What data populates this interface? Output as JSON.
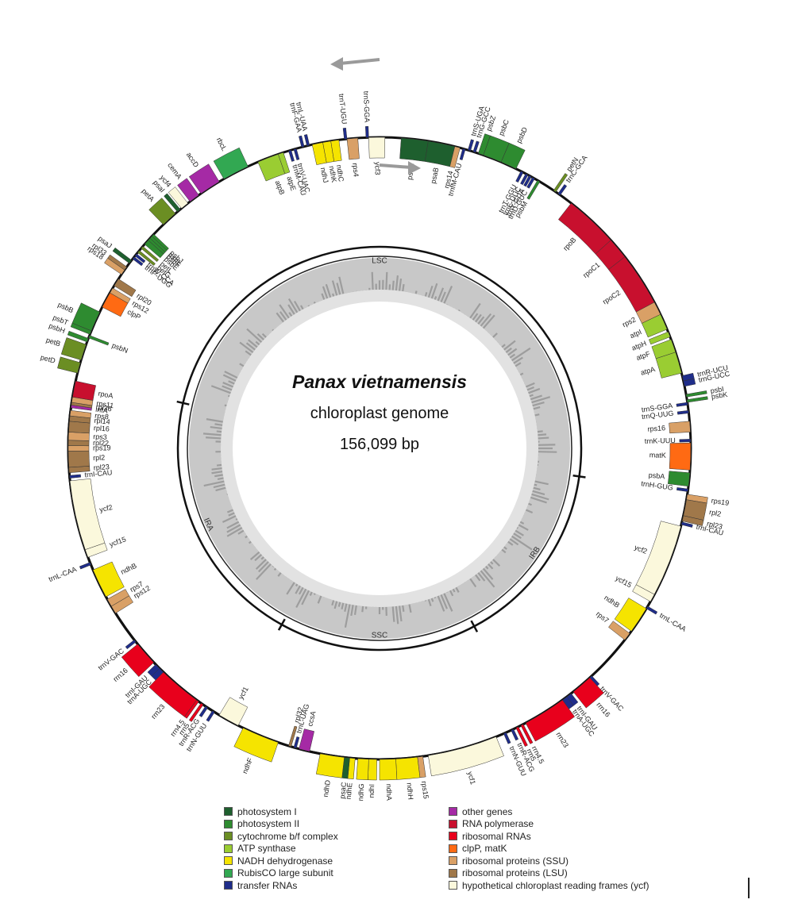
{
  "center": {
    "title": "Panax vietnamensis",
    "subtitle": "chloroplast genome",
    "length": "156,099 bp"
  },
  "regions": [
    "LSC",
    "IRB",
    "SSC",
    "IRA"
  ],
  "colors": {
    "ps1": "#1e5f2e",
    "ps2": "#2e8b30",
    "cytb": "#6b8e23",
    "atp": "#9acd32",
    "ndh": "#f5e400",
    "rbcl": "#32a852",
    "trna": "#1f2d8a",
    "other": "#a52aa5",
    "rnapol": "#c8102e",
    "rrna": "#e8001c",
    "clp": "#ff6a13",
    "ssu": "#d9a066",
    "lsu": "#a0784a",
    "ycf": "#fbf8dc"
  },
  "legend": {
    "left": [
      {
        "label": "photosystem I",
        "color": "ps1"
      },
      {
        "label": "photosystem II",
        "color": "ps2"
      },
      {
        "label": "cytochrome b/f complex",
        "color": "cytb"
      },
      {
        "label": "ATP synthase",
        "color": "atp"
      },
      {
        "label": "NADH dehydrogenase",
        "color": "ndh"
      },
      {
        "label": "RubisCO large subunit",
        "color": "rbcl"
      },
      {
        "label": "transfer RNAs",
        "color": "trna"
      }
    ],
    "right": [
      {
        "label": "other genes",
        "color": "other"
      },
      {
        "label": "RNA polymerase",
        "color": "rnapol"
      },
      {
        "label": "ribosomal RNAs",
        "color": "rrna"
      },
      {
        "label": "clpP, matK",
        "color": "clp"
      },
      {
        "label": "ribosomal proteins (SSU)",
        "color": "ssu"
      },
      {
        "label": "ribosomal proteins (LSU)",
        "color": "lsu"
      },
      {
        "label": "hypothetical chloroplast reading frames (ycf)",
        "color": "ycf"
      }
    ]
  },
  "genes": [
    {
      "name": "psaA",
      "start": 4,
      "end": 9,
      "side": "in",
      "color": "ps1"
    },
    {
      "name": "psaB",
      "start": 9,
      "end": 14,
      "side": "in",
      "color": "ps1"
    },
    {
      "name": "rps14",
      "start": 14,
      "end": 15,
      "side": "in",
      "color": "ssu"
    },
    {
      "name": "trnfM-CAU",
      "start": 15.5,
      "end": 16,
      "side": "in",
      "color": "trna"
    },
    {
      "name": "trnS-UGA",
      "start": 16.5,
      "end": 17,
      "side": "out",
      "color": "trna"
    },
    {
      "name": "trnG-GCC",
      "start": 17.5,
      "end": 18,
      "side": "out",
      "color": "trna"
    },
    {
      "name": "psbZ",
      "start": 18.5,
      "end": 19.5,
      "side": "out",
      "color": "ps2"
    },
    {
      "name": "psbC",
      "start": 19.5,
      "end": 23,
      "side": "out",
      "color": "ps2"
    },
    {
      "name": "psbD",
      "start": 23,
      "end": 26,
      "side": "out",
      "color": "ps2"
    },
    {
      "name": "trnT-GGU",
      "start": 27,
      "end": 27.5,
      "side": "in",
      "color": "trna"
    },
    {
      "name": "trnE-UUC",
      "start": 28,
      "end": 28.5,
      "side": "in",
      "color": "trna"
    },
    {
      "name": "trnY-GUA",
      "start": 28.7,
      "end": 29.2,
      "side": "in",
      "color": "trna"
    },
    {
      "name": "trnD-GUC",
      "start": 29.4,
      "end": 29.9,
      "side": "in",
      "color": "trna"
    },
    {
      "name": "psbM",
      "start": 30.5,
      "end": 31,
      "side": "in",
      "color": "ps2"
    },
    {
      "name": "petN",
      "start": 34,
      "end": 34.5,
      "side": "out",
      "color": "cytb"
    },
    {
      "name": "trnC-GCA",
      "start": 35,
      "end": 35.5,
      "side": "out",
      "color": "trna"
    },
    {
      "name": "rpoB",
      "start": 38,
      "end": 48,
      "side": "in",
      "color": "rnapol"
    },
    {
      "name": "rpoC1",
      "start": 48,
      "end": 52,
      "side": "in",
      "color": "rnapol"
    },
    {
      "name": "rpoC2",
      "start": 52,
      "end": 62,
      "side": "in",
      "color": "rnapol"
    },
    {
      "name": "rps2",
      "start": 62,
      "end": 64.5,
      "side": "in",
      "color": "ssu"
    },
    {
      "name": "atpI",
      "start": 64.5,
      "end": 67.5,
      "side": "in",
      "color": "atp"
    },
    {
      "name": "atpH",
      "start": 68,
      "end": 69,
      "side": "in",
      "color": "atp"
    },
    {
      "name": "atpF",
      "start": 69.5,
      "end": 72,
      "side": "in",
      "color": "atp"
    },
    {
      "name": "atpA",
      "start": 72,
      "end": 76,
      "side": "in",
      "color": "atp"
    },
    {
      "name": "trnR-UCU",
      "start": 76.5,
      "end": 77.5,
      "side": "out",
      "color": "trna"
    },
    {
      "name": "trnG-UCC",
      "start": 77.5,
      "end": 78.5,
      "side": "out",
      "color": "trna"
    },
    {
      "name": "psbI",
      "start": 80,
      "end": 80.5,
      "side": "out",
      "color": "ps2"
    },
    {
      "name": "psbK",
      "start": 81,
      "end": 81.5,
      "side": "out",
      "color": "ps2"
    },
    {
      "name": "trnS-GGA",
      "start": 81.5,
      "end": 82,
      "side": "in",
      "color": "trna"
    },
    {
      "name": "trnQ-UUG",
      "start": 83,
      "end": 83.5,
      "side": "in",
      "color": "trna"
    },
    {
      "name": "rps16",
      "start": 85,
      "end": 87,
      "side": "in",
      "color": "ssu"
    },
    {
      "name": "matK",
      "start": 89,
      "end": 94,
      "side": "in",
      "color": "clp"
    },
    {
      "name": "trnK-UUU",
      "start": 88.3,
      "end": 88.8,
      "side": "in",
      "color": "trna"
    },
    {
      "name": "psbA",
      "start": 94.5,
      "end": 97,
      "side": "in",
      "color": "ps2"
    },
    {
      "name": "trnH-GUG",
      "start": 97.5,
      "end": 98,
      "side": "in",
      "color": "trna"
    },
    {
      "name": "rps19",
      "start": 98.5,
      "end": 99.5,
      "side": "out",
      "color": "ssu"
    },
    {
      "name": "rpl2",
      "start": 99.5,
      "end": 102.5,
      "side": "out",
      "color": "lsu"
    },
    {
      "name": "rpl23",
      "start": 102.5,
      "end": 103.5,
      "side": "out",
      "color": "lsu"
    },
    {
      "name": "trnI-CAU",
      "start": 103.7,
      "end": 104.2,
      "side": "out",
      "color": "trna"
    },
    {
      "name": "ycf2",
      "start": 104.5,
      "end": 118,
      "side": "in",
      "color": "ycf"
    },
    {
      "name": "ycf15",
      "start": 118,
      "end": 119.5,
      "side": "in",
      "color": "ycf"
    },
    {
      "name": "trnL-CAA",
      "start": 120.5,
      "end": 121,
      "side": "out",
      "color": "trna"
    },
    {
      "name": "ndhB",
      "start": 121,
      "end": 126,
      "side": "in",
      "color": "ndh"
    },
    {
      "name": "rps7",
      "start": 126.5,
      "end": 128,
      "side": "in",
      "color": "ssu"
    },
    {
      "name": "trnV-GAC",
      "start": 137,
      "end": 137.5,
      "side": "out",
      "color": "trna"
    },
    {
      "name": "rrn16",
      "start": 137.5,
      "end": 141.5,
      "side": "out",
      "color": "rrna"
    },
    {
      "name": "trnI-GAU",
      "start": 142,
      "end": 143,
      "side": "out",
      "color": "trna"
    },
    {
      "name": "trnA-UGC",
      "start": 143,
      "end": 144,
      "side": "out",
      "color": "trna"
    },
    {
      "name": "rrn23",
      "start": 144,
      "end": 152,
      "side": "out",
      "color": "rrna"
    },
    {
      "name": "rrn4.5",
      "start": 152.5,
      "end": 153,
      "side": "out",
      "color": "rrna"
    },
    {
      "name": "rrn5",
      "start": 153.5,
      "end": 154,
      "side": "out",
      "color": "rrna"
    },
    {
      "name": "trnR-ACG",
      "start": 154.5,
      "end": 155,
      "side": "out",
      "color": "trna"
    },
    {
      "name": "trnN-GUU",
      "start": 156,
      "end": 156.5,
      "side": "out",
      "color": "trna"
    },
    {
      "name": "ycf1",
      "start": 158,
      "end": 171,
      "side": "out",
      "color": "ycf"
    },
    {
      "name": "rps15",
      "start": 172,
      "end": 173,
      "side": "out",
      "color": "ssu"
    },
    {
      "name": "ndhH",
      "start": 173,
      "end": 177,
      "side": "out",
      "color": "ndh"
    },
    {
      "name": "ndhA",
      "start": 177,
      "end": 180,
      "side": "out",
      "color": "ndh"
    },
    {
      "name": "ndhI",
      "start": 180.5,
      "end": 182,
      "side": "out",
      "color": "ndh"
    },
    {
      "name": "ndhG",
      "start": 182,
      "end": 184,
      "side": "out",
      "color": "ndh"
    },
    {
      "name": "ndhE",
      "start": 184.5,
      "end": 185.5,
      "side": "out",
      "color": "ndh"
    },
    {
      "name": "psaC",
      "start": 185.5,
      "end": 186.5,
      "side": "out",
      "color": "ps1"
    },
    {
      "name": "ndhD",
      "start": 186.5,
      "end": 191,
      "side": "out",
      "color": "ndh"
    },
    {
      "name": "ccsA",
      "start": 193,
      "end": 195,
      "side": "in",
      "color": "other"
    },
    {
      "name": "trnL-UAG",
      "start": 195.5,
      "end": 196,
      "side": "in",
      "color": "trna"
    },
    {
      "name": "rpl32",
      "start": 196.5,
      "end": 197,
      "side": "in",
      "color": "lsu"
    },
    {
      "name": "ndhF",
      "start": 199,
      "end": 206,
      "side": "out",
      "color": "ndh"
    },
    {
      "name": "ycf1",
      "start": 207,
      "end": 211,
      "side": "in",
      "color": "ycf"
    },
    {
      "name": "trnN-GUU",
      "start": 212,
      "end": 212.5,
      "side": "out",
      "color": "trna"
    },
    {
      "name": "trnR-ACG",
      "start": 213.5,
      "end": 214,
      "side": "out",
      "color": "trna"
    },
    {
      "name": "rrn5",
      "start": 214.5,
      "end": 215,
      "side": "out",
      "color": "rrna"
    },
    {
      "name": "rrn4.5",
      "start": 215.5,
      "end": 216,
      "side": "out",
      "color": "rrna"
    },
    {
      "name": "rrn23",
      "start": 216,
      "end": 224,
      "side": "out",
      "color": "rrna"
    },
    {
      "name": "trnA-UGC",
      "start": 224,
      "end": 225,
      "side": "out",
      "color": "trna"
    },
    {
      "name": "trnI-GAU",
      "start": 225,
      "end": 226,
      "side": "out",
      "color": "trna"
    },
    {
      "name": "rrn16",
      "start": 226.5,
      "end": 231,
      "side": "out",
      "color": "rrna"
    },
    {
      "name": "trnV-GAC",
      "start": 231.5,
      "end": 232,
      "side": "out",
      "color": "trna"
    },
    {
      "name": "rps12",
      "start": 238,
      "end": 239.5,
      "side": "in",
      "color": "ssu"
    },
    {
      "name": "rps7",
      "start": 239.5,
      "end": 241,
      "side": "in",
      "color": "ssu"
    },
    {
      "name": "ndhB",
      "start": 241.5,
      "end": 247,
      "side": "in",
      "color": "ndh"
    },
    {
      "name": "trnL-CAA",
      "start": 248,
      "end": 248.5,
      "side": "out",
      "color": "trna"
    },
    {
      "name": "ycf15",
      "start": 249.5,
      "end": 251,
      "side": "in",
      "color": "ycf"
    },
    {
      "name": "ycf2",
      "start": 251,
      "end": 264,
      "side": "in",
      "color": "ycf"
    },
    {
      "name": "trnI-CAU",
      "start": 264.5,
      "end": 265,
      "side": "in",
      "color": "trna"
    },
    {
      "name": "rpl23",
      "start": 265.5,
      "end": 266.5,
      "side": "in",
      "color": "lsu"
    },
    {
      "name": "rpl2",
      "start": 266.5,
      "end": 269.5,
      "side": "in",
      "color": "lsu"
    },
    {
      "name": "rps19",
      "start": 269.5,
      "end": 270.5,
      "side": "in",
      "color": "ssu"
    },
    {
      "name": "rpl22",
      "start": 270.5,
      "end": 271.5,
      "side": "in",
      "color": "lsu"
    },
    {
      "name": "rps3",
      "start": 271.5,
      "end": 273,
      "side": "in",
      "color": "ssu"
    },
    {
      "name": "rpl16",
      "start": 273,
      "end": 275,
      "side": "in",
      "color": "lsu"
    },
    {
      "name": "rpl14",
      "start": 275,
      "end": 276,
      "side": "in",
      "color": "lsu"
    },
    {
      "name": "rps8",
      "start": 276,
      "end": 277,
      "side": "in",
      "color": "ssu"
    },
    {
      "name": "infA",
      "start": 277.5,
      "end": 278,
      "side": "in",
      "color": "other"
    },
    {
      "name": "rpl36",
      "start": 278,
      "end": 278.5,
      "side": "in",
      "color": "lsu"
    },
    {
      "name": "rps11",
      "start": 278.5,
      "end": 279.5,
      "side": "in",
      "color": "ssu"
    },
    {
      "name": "rpoA",
      "start": 279.5,
      "end": 282.5,
      "side": "in",
      "color": "rnapol"
    },
    {
      "name": "petD",
      "start": 284,
      "end": 286,
      "side": "out",
      "color": "cytb"
    },
    {
      "name": "petB",
      "start": 286.5,
      "end": 289.5,
      "side": "out",
      "color": "cytb"
    },
    {
      "name": "psbH",
      "start": 290,
      "end": 290.7,
      "side": "out",
      "color": "ps2"
    },
    {
      "name": "psbN",
      "start": 290.8,
      "end": 291.3,
      "side": "in",
      "color": "ps2"
    },
    {
      "name": "psbT",
      "start": 291.5,
      "end": 292.2,
      "side": "out",
      "color": "ps2"
    },
    {
      "name": "psbB",
      "start": 292.2,
      "end": 296,
      "side": "out",
      "color": "ps2"
    },
    {
      "name": "clpP",
      "start": 297,
      "end": 300,
      "side": "in",
      "color": "clp"
    },
    {
      "name": "rps12",
      "start": 300,
      "end": 301,
      "side": "in",
      "color": "ssu"
    },
    {
      "name": "rpl20",
      "start": 301.5,
      "end": 303,
      "side": "in",
      "color": "lsu"
    },
    {
      "name": "rps18",
      "start": 304,
      "end": 305,
      "side": "out",
      "color": "ssu"
    },
    {
      "name": "rpl33",
      "start": 305,
      "end": 305.7,
      "side": "out",
      "color": "lsu"
    },
    {
      "name": "psaJ",
      "start": 306.5,
      "end": 307.2,
      "side": "out",
      "color": "ps1"
    },
    {
      "name": "trnP-UGG",
      "start": 307.5,
      "end": 308,
      "side": "in",
      "color": "trna"
    },
    {
      "name": "trnW-CCA",
      "start": 308.2,
      "end": 308.7,
      "side": "in",
      "color": "trna"
    },
    {
      "name": "petG",
      "start": 309,
      "end": 309.5,
      "side": "in",
      "color": "cytb"
    },
    {
      "name": "petL",
      "start": 310,
      "end": 310.5,
      "side": "in",
      "color": "cytb"
    },
    {
      "name": "psbE",
      "start": 311,
      "end": 312,
      "side": "in",
      "color": "ps2"
    },
    {
      "name": "psbF",
      "start": 312,
      "end": 312.5,
      "side": "in",
      "color": "ps2"
    },
    {
      "name": "psbL",
      "start": 312.5,
      "end": 313,
      "side": "in",
      "color": "ps2"
    },
    {
      "name": "psbJ",
      "start": 313,
      "end": 313.5,
      "side": "in",
      "color": "ps2"
    },
    {
      "name": "petA",
      "start": 316,
      "end": 319,
      "side": "out",
      "color": "cytb"
    },
    {
      "name": "psaI",
      "start": 319.5,
      "end": 320.2,
      "side": "out",
      "color": "ps1"
    },
    {
      "name": "ycf4",
      "start": 320.5,
      "end": 322,
      "side": "out",
      "color": "ycf"
    },
    {
      "name": "cemA",
      "start": 322.5,
      "end": 324.5,
      "side": "out",
      "color": "other"
    },
    {
      "name": "accD",
      "start": 325,
      "end": 329,
      "side": "out",
      "color": "other"
    },
    {
      "name": "rbcL",
      "start": 330,
      "end": 335,
      "side": "out",
      "color": "rbcl"
    },
    {
      "name": "atpB",
      "start": 337,
      "end": 341,
      "side": "in",
      "color": "atp"
    },
    {
      "name": "atpE",
      "start": 341,
      "end": 342,
      "side": "in",
      "color": "atp"
    },
    {
      "name": "trnM-CAU",
      "start": 343,
      "end": 343.5,
      "side": "in",
      "color": "trna"
    },
    {
      "name": "trnV-UAC",
      "start": 344,
      "end": 344.5,
      "side": "in",
      "color": "trna"
    },
    {
      "name": "trnF-GAA",
      "start": 345.5,
      "end": 346,
      "side": "out",
      "color": "trna"
    },
    {
      "name": "trnL-UAA",
      "start": 346.5,
      "end": 347,
      "side": "out",
      "color": "trna"
    },
    {
      "name": "ndhJ",
      "start": 347.5,
      "end": 349.5,
      "side": "in",
      "color": "ndh"
    },
    {
      "name": "ndhK",
      "start": 349.5,
      "end": 351,
      "side": "in",
      "color": "ndh"
    },
    {
      "name": "ndhC",
      "start": 351,
      "end": 352.5,
      "side": "in",
      "color": "ndh"
    },
    {
      "name": "trnT-UGU",
      "start": 353.5,
      "end": 354,
      "side": "out",
      "color": "trna"
    },
    {
      "name": "rps4",
      "start": 354,
      "end": 356,
      "side": "in",
      "color": "ssu"
    },
    {
      "name": "trnS-GGA",
      "start": 357.5,
      "end": 358,
      "side": "out",
      "color": "trna"
    },
    {
      "name": "ycf3",
      "start": 358,
      "end": 361,
      "side": "in",
      "color": "ycf"
    }
  ]
}
